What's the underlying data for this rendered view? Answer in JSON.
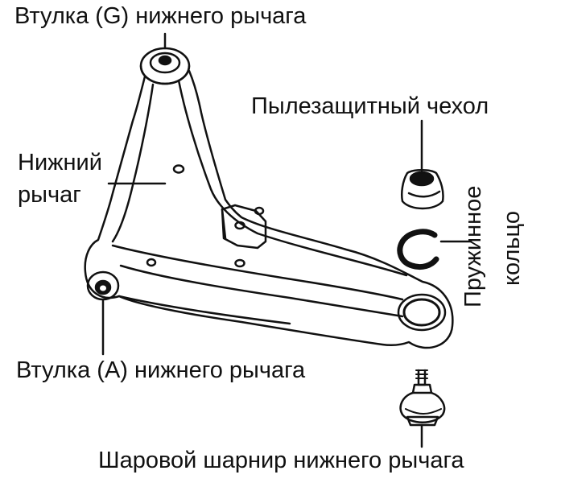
{
  "labels": {
    "bushing_g": "Втулка (G) нижнего рычага",
    "dust_boot": "Пылезащитный чехол",
    "lower_arm_line1": "Нижний",
    "lower_arm_line2": "рычаг",
    "spring_ring_line1": "Пружинное",
    "spring_ring_line2": "кольцо",
    "bushing_a": "Втулка (A) нижнего рычага",
    "ball_joint": "Шаровой шарнир нижнего рычага"
  },
  "colors": {
    "ink": "#111111",
    "paper": "#ffffff"
  }
}
